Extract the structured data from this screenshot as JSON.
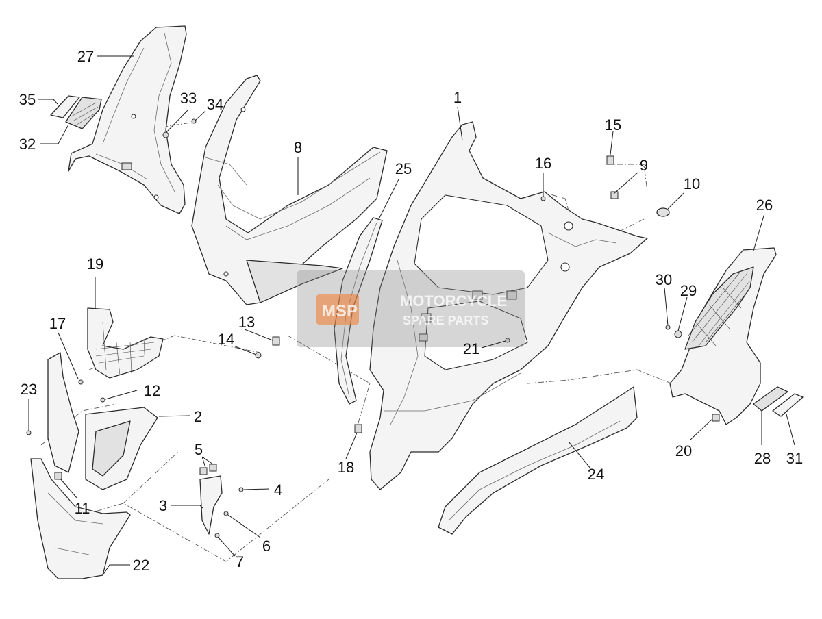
{
  "callouts": [
    {
      "id": "1",
      "label": "1"
    },
    {
      "id": "2",
      "label": "2"
    },
    {
      "id": "3",
      "label": "3"
    },
    {
      "id": "4",
      "label": "4"
    },
    {
      "id": "5",
      "label": "5"
    },
    {
      "id": "6",
      "label": "6"
    },
    {
      "id": "7",
      "label": "7"
    },
    {
      "id": "8",
      "label": "8"
    },
    {
      "id": "9",
      "label": "9"
    },
    {
      "id": "10",
      "label": "10"
    },
    {
      "id": "11",
      "label": "11"
    },
    {
      "id": "12",
      "label": "12"
    },
    {
      "id": "13",
      "label": "13"
    },
    {
      "id": "14",
      "label": "14"
    },
    {
      "id": "15",
      "label": "15"
    },
    {
      "id": "16",
      "label": "16"
    },
    {
      "id": "17",
      "label": "17"
    },
    {
      "id": "18",
      "label": "18"
    },
    {
      "id": "19",
      "label": "19"
    },
    {
      "id": "20",
      "label": "20"
    },
    {
      "id": "21",
      "label": "21"
    },
    {
      "id": "22",
      "label": "22"
    },
    {
      "id": "23",
      "label": "23"
    },
    {
      "id": "24",
      "label": "24"
    },
    {
      "id": "25",
      "label": "25"
    },
    {
      "id": "26",
      "label": "26"
    },
    {
      "id": "27",
      "label": "27"
    },
    {
      "id": "28",
      "label": "28"
    },
    {
      "id": "29",
      "label": "29"
    },
    {
      "id": "30",
      "label": "30"
    },
    {
      "id": "31",
      "label": "31"
    },
    {
      "id": "32",
      "label": "32"
    },
    {
      "id": "33",
      "label": "33"
    },
    {
      "id": "34",
      "label": "34"
    },
    {
      "id": "35",
      "label": "35"
    }
  ],
  "watermark": {
    "line1": "MOTORCYCLE",
    "line2": "SPARE PARTS",
    "logo_text": "MSP",
    "logo_color": "#f47a2a"
  }
}
